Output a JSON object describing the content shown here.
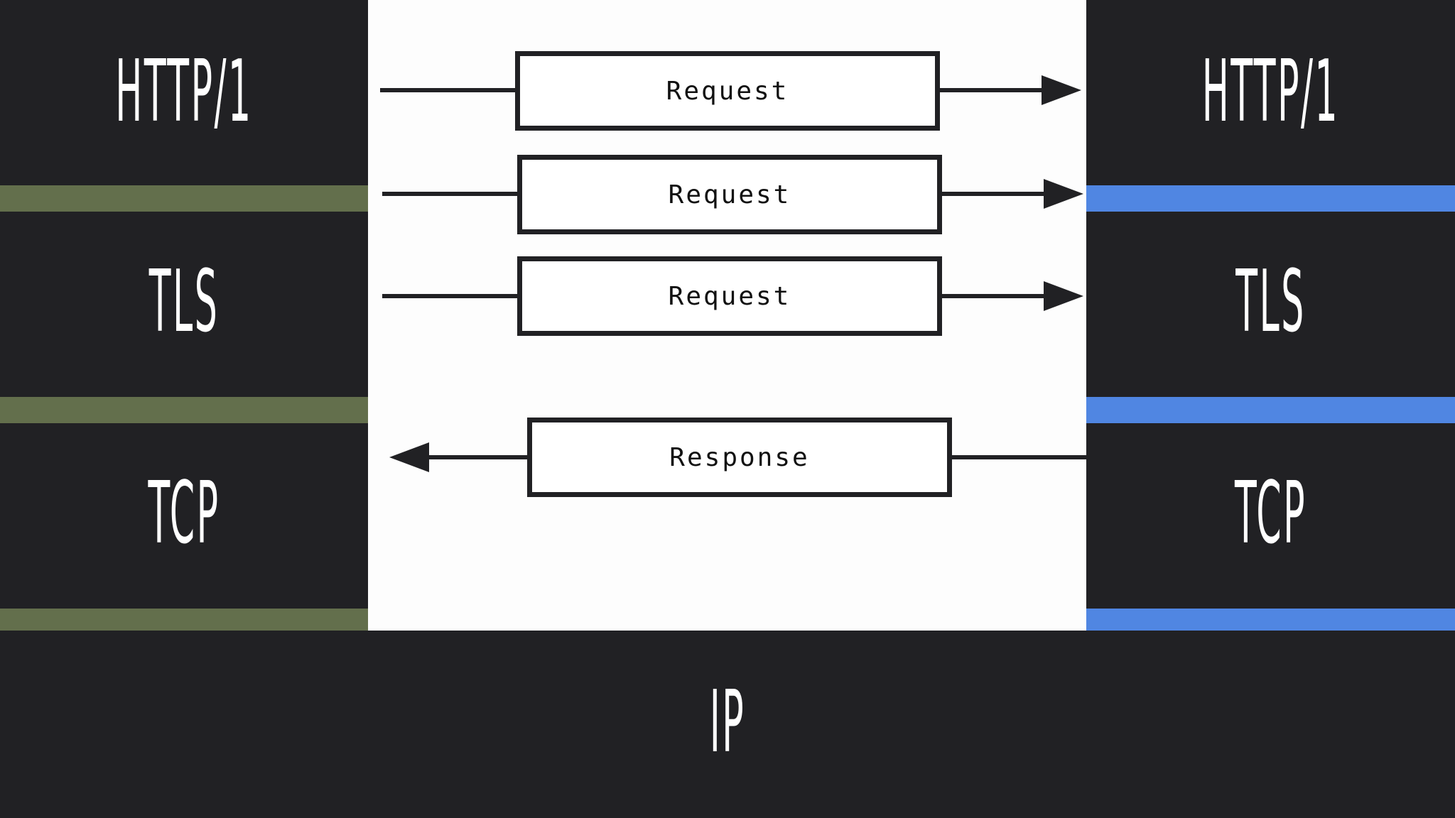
{
  "colors": {
    "layer_background": "#212124",
    "client_separator": "#636f4c",
    "server_separator": "#5086e2",
    "canvas": "#fdfdfd"
  },
  "client_stack": {
    "layers": [
      "HTTP/1",
      "TLS",
      "TCP"
    ]
  },
  "server_stack": {
    "layers": [
      "HTTP/1",
      "TLS",
      "TCP"
    ]
  },
  "shared_layer": {
    "label": "IP"
  },
  "messages": [
    {
      "label": "Request",
      "direction": "client-to-server"
    },
    {
      "label": "Request",
      "direction": "client-to-server"
    },
    {
      "label": "Request",
      "direction": "client-to-server"
    },
    {
      "label": "Response",
      "direction": "server-to-client"
    }
  ]
}
